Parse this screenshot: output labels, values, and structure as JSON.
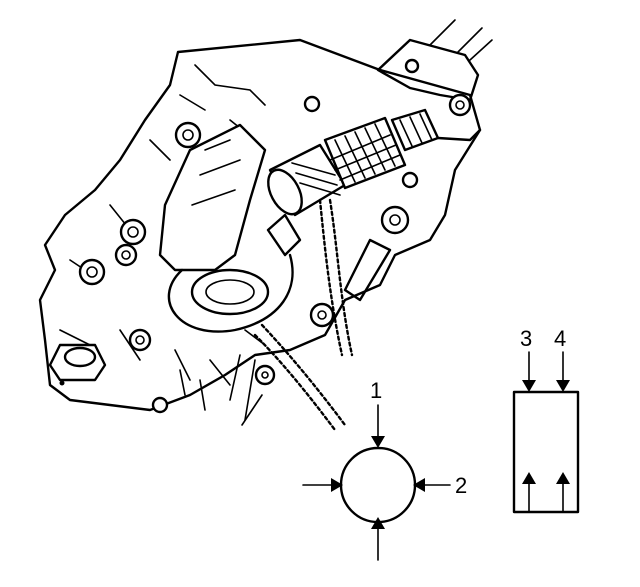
{
  "figure": {
    "callouts": [
      {
        "id": "c1",
        "label": "1"
      },
      {
        "id": "c2",
        "label": "2"
      },
      {
        "id": "c3",
        "label": "3"
      },
      {
        "id": "c4",
        "label": "4"
      }
    ]
  }
}
